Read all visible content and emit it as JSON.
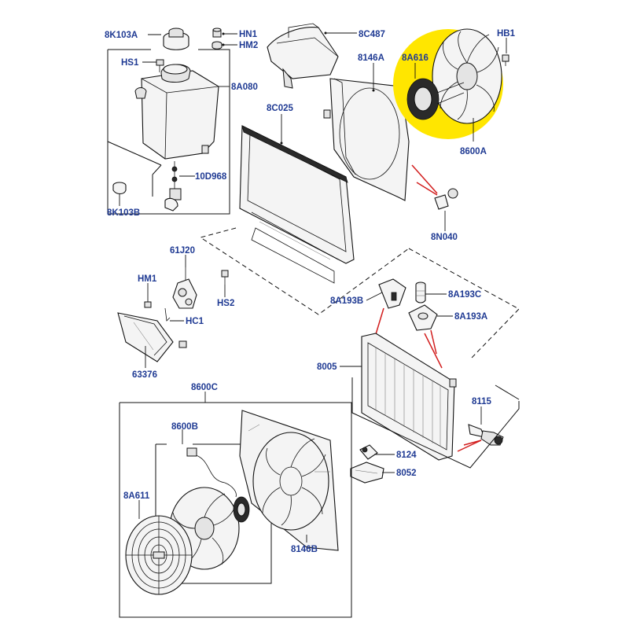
{
  "colors": {
    "label": "#1f3a93",
    "highlight": "#ffe600",
    "arrow": "#d21d1d",
    "line": "#111111"
  },
  "labels": {
    "8K103A": "8K103A",
    "HN1": "HN1",
    "HM2": "HM2",
    "8C487": "8C487",
    "HB1": "HB1",
    "HS1": "HS1",
    "8A080": "8A080",
    "8146A": "8146A",
    "8A616": "8A616",
    "8C025": "8C025",
    "10D968": "10D968",
    "8600A": "8600A",
    "8K103B": "8K103B",
    "8N040": "8N040",
    "61J20": "61J20",
    "HM1": "HM1",
    "HS2": "HS2",
    "HC1": "HC1",
    "63376": "63376",
    "8A193B": "8A193B",
    "8A193C": "8A193C",
    "8A193A": "8A193A",
    "8005": "8005",
    "8115": "8115",
    "8600C": "8600C",
    "8600B": "8600B",
    "8A611": "8A611",
    "8124": "8124",
    "8052": "8052",
    "8146B": "8146B"
  }
}
